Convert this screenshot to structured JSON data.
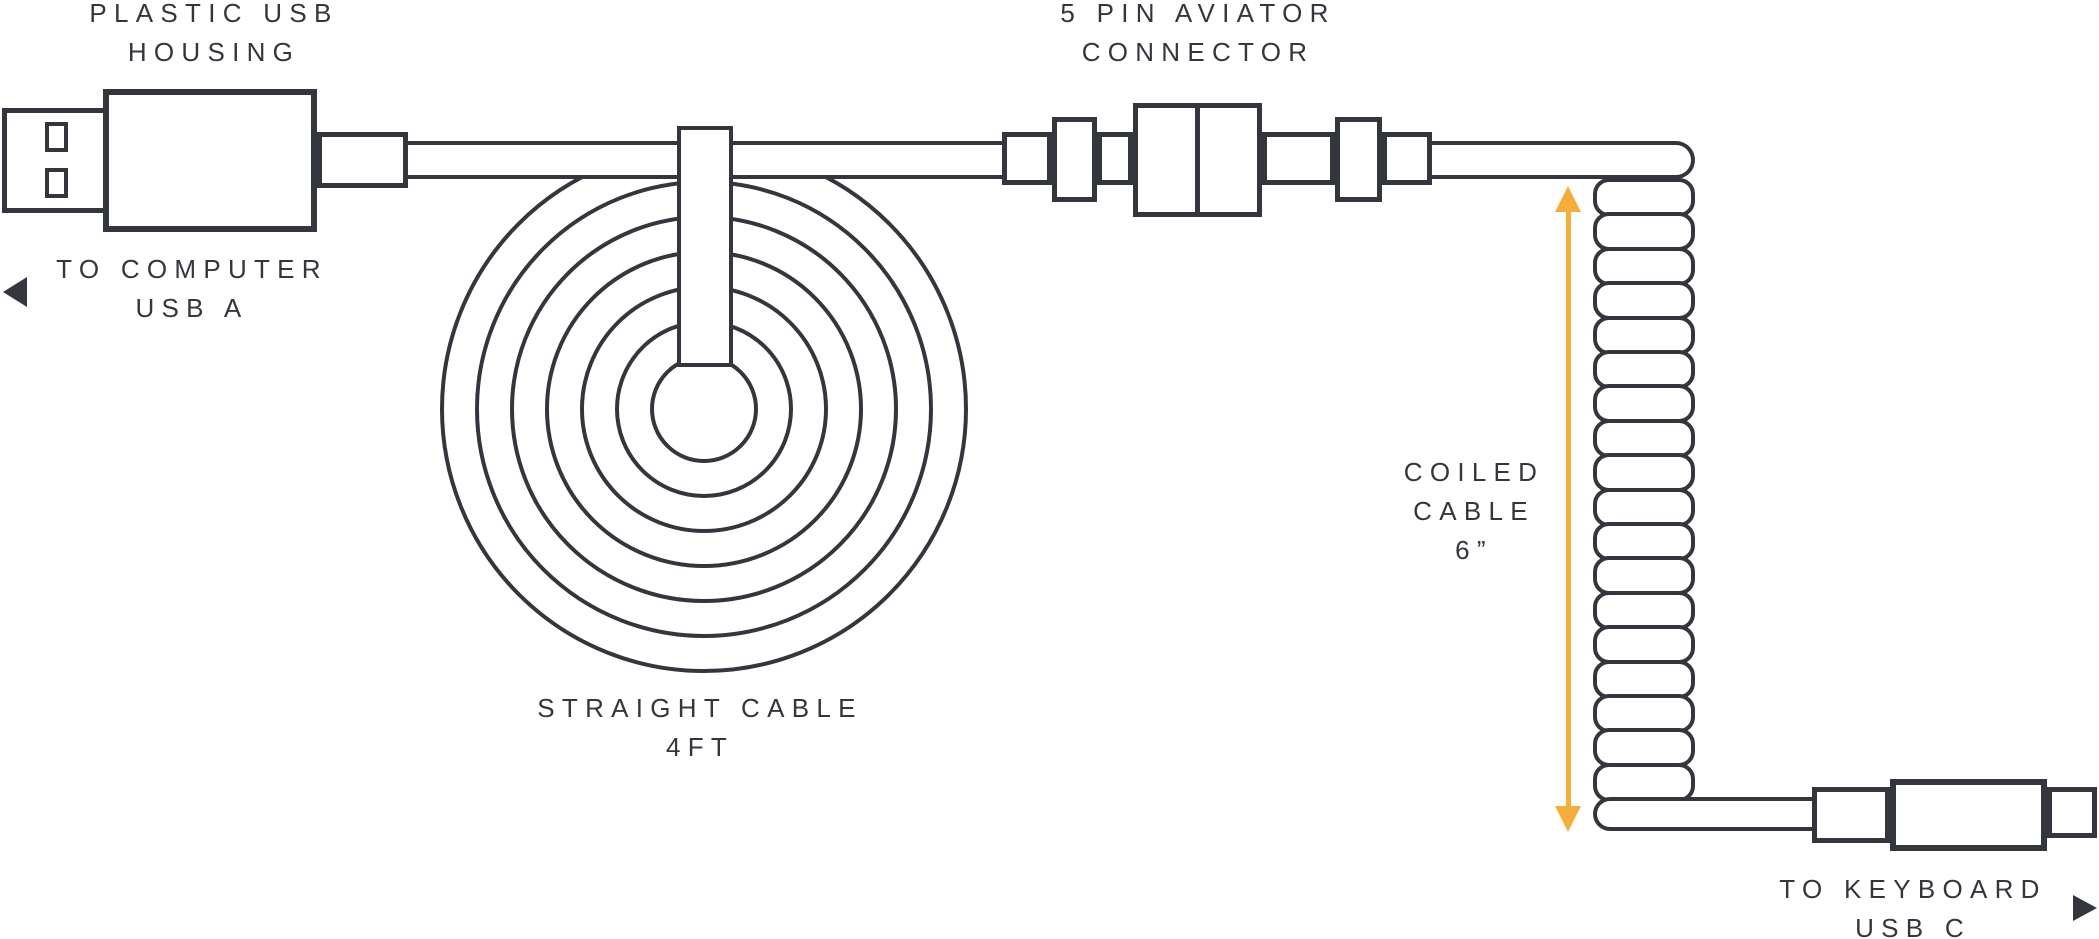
{
  "diagram": {
    "subject": "custom coiled keyboard USB cable",
    "colors": {
      "ink": "#33373D",
      "accent": "#F5AE3D",
      "background": "#FFFFFF"
    },
    "labels": {
      "plastic_housing": {
        "line1": "PLASTIC USB",
        "line2": "HOUSING"
      },
      "to_computer": {
        "line1": "TO COMPUTER",
        "line2": "USB A"
      },
      "aviator": {
        "line1": "5 PIN AVIATOR",
        "line2": "CONNECTOR"
      },
      "straight_cable": {
        "line1": "STRAIGHT CABLE",
        "line2": "4FT"
      },
      "coiled_cable": {
        "line1": "COILED",
        "line2": "CABLE",
        "line3": "6”"
      },
      "to_keyboard": {
        "line1": "TO KEYBOARD",
        "line2": "USB C"
      }
    },
    "straight_cable": {
      "length_label": "4FT",
      "ring_count": 7
    },
    "coiled_cable": {
      "length_label": "6”",
      "loop_count": 18
    },
    "connectors": {
      "left": "USB A plug with plastic housing",
      "middle": "5 pin aviator connector",
      "right": "USB C plug"
    }
  }
}
